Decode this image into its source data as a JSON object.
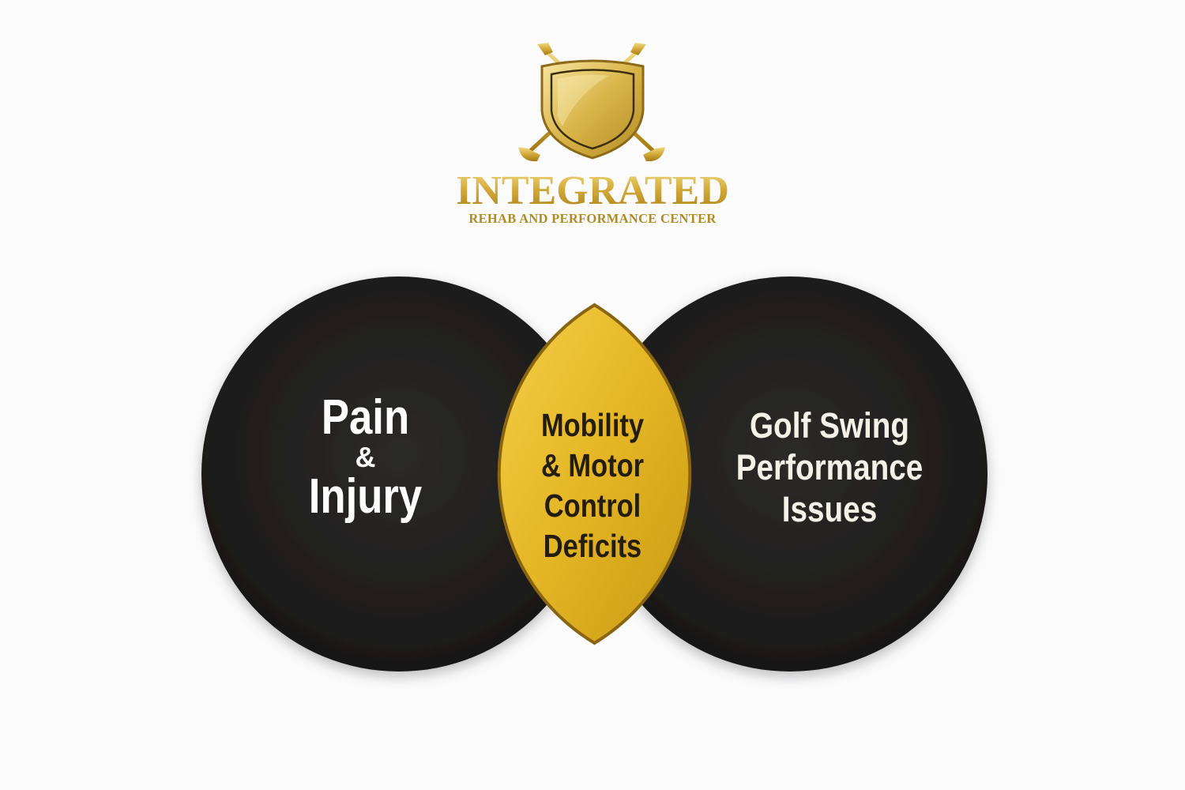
{
  "logo": {
    "title": "INTEGRATED",
    "subtitle": "REHAB AND PERFORMANCE CENTER",
    "emblem": "shield-with-crossed-golf-clubs"
  },
  "diagram": {
    "type": "venn-two-circle",
    "left": {
      "line1": "Pain",
      "amp": "&",
      "line2": "Injury"
    },
    "center": {
      "lines": [
        "Mobility",
        "& Motor",
        "Control",
        "Deficits"
      ]
    },
    "right": {
      "lines": [
        "Golf Swing",
        "Performance",
        "Issues"
      ]
    }
  },
  "colors": {
    "background": "#fbfbfc",
    "circle": "#1f1d1b",
    "gold": "#e3b321",
    "gold_dark": "#9a7415"
  }
}
